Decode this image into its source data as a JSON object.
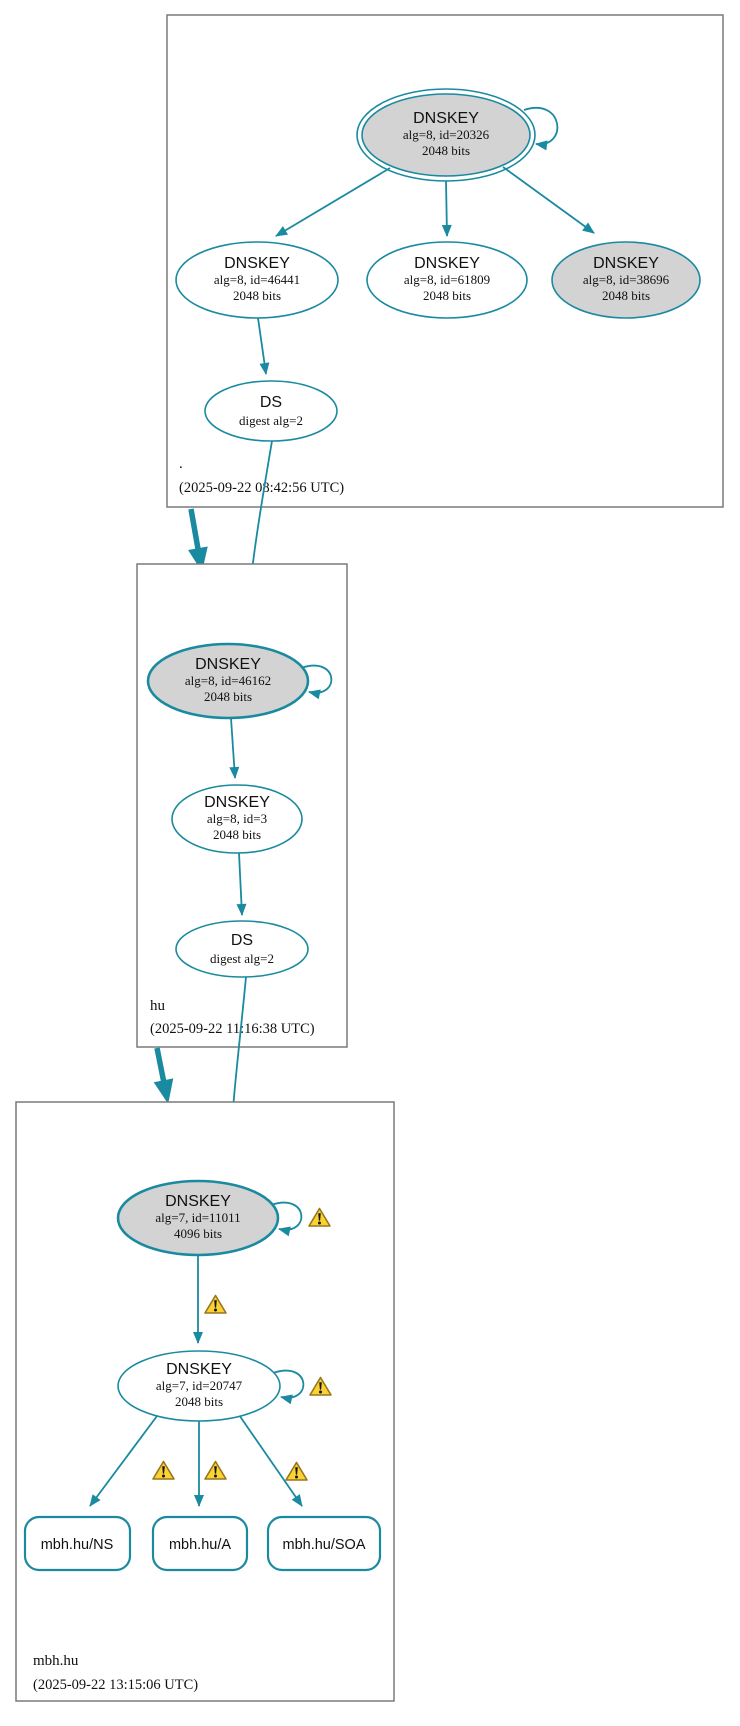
{
  "colors": {
    "edge_teal": "#1a8aa0",
    "ksk_fill": "#d3d3d3",
    "node_fill": "#ffffff",
    "zone_border": "#7a7a7a",
    "warning_yellow": "#fad232",
    "warning_outline": "#96761e",
    "text": "#111111"
  },
  "icons": {
    "warning": "warning-triangle-icon"
  },
  "zones": [
    {
      "label": ".",
      "timestamp": "(2025-09-22 08:42:56 UTC)",
      "nodes": [
        {
          "title": "DNSKEY",
          "detail1": "alg=8, id=20326",
          "detail2": "2048 bits"
        },
        {
          "title": "DNSKEY",
          "detail1": "alg=8, id=46441",
          "detail2": "2048 bits"
        },
        {
          "title": "DNSKEY",
          "detail1": "alg=8, id=61809",
          "detail2": "2048 bits"
        },
        {
          "title": "DNSKEY",
          "detail1": "alg=8, id=38696",
          "detail2": "2048 bits"
        },
        {
          "title": "DS",
          "detail1": "digest alg=2"
        }
      ]
    },
    {
      "label": "hu",
      "timestamp": "(2025-09-22 11:16:38 UTC)",
      "nodes": [
        {
          "title": "DNSKEY",
          "detail1": "alg=8, id=46162",
          "detail2": "2048 bits"
        },
        {
          "title": "DNSKEY",
          "detail1": "alg=8, id=3",
          "detail2": "2048 bits"
        },
        {
          "title": "DS",
          "detail1": "digest alg=2"
        }
      ]
    },
    {
      "label": "mbh.hu",
      "timestamp": "(2025-09-22 13:15:06 UTC)",
      "nodes": [
        {
          "title": "DNSKEY",
          "detail1": "alg=7, id=11011",
          "detail2": "4096 bits"
        },
        {
          "title": "DNSKEY",
          "detail1": "alg=7, id=20747",
          "detail2": "2048 bits"
        }
      ],
      "rrsets": [
        {
          "label": "mbh.hu/NS"
        },
        {
          "label": "mbh.hu/A"
        },
        {
          "label": "mbh.hu/SOA"
        }
      ]
    }
  ]
}
